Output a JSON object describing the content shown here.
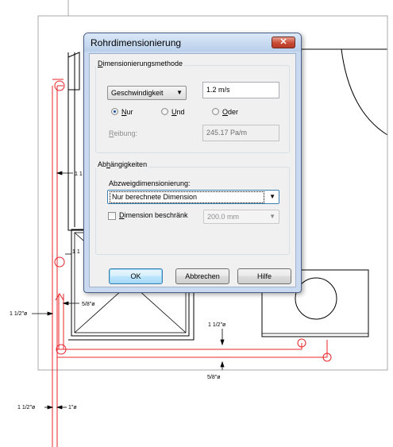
{
  "dialog": {
    "title": "Rohrdimensionierung",
    "close_label": "✕",
    "method_group": {
      "title_prefix": "",
      "title_underline": "D",
      "title_rest": "imensionierungsmethode",
      "method_select": "Geschwindigkeit",
      "velocity_value": "1.2 m/s",
      "radio_only": {
        "underline": "N",
        "rest": "ur",
        "checked": true
      },
      "radio_and": {
        "underline": "U",
        "rest": "nd",
        "checked": false
      },
      "radio_or": {
        "underline": "O",
        "rest": "der",
        "checked": false
      },
      "friction_label_underline": "R",
      "friction_label_rest": "eibung:",
      "friction_value": "245.17 Pa/m"
    },
    "dependency_group": {
      "title_prefix": "Ab",
      "title_underline": "h",
      "title_rest": "ängigkeiten",
      "branch_label": "Abzweigdimensionierung:",
      "branch_select": "Nur berechnete Dimension",
      "limit_checkbox_label_underline": "D",
      "limit_checkbox_label_rest": "imension beschränk",
      "limit_checked": false,
      "limit_value": "200.0 mm"
    },
    "buttons": {
      "ok": "OK",
      "cancel": "Abbrechen",
      "help": "Hilfe"
    }
  },
  "drawing": {
    "labels": {
      "dim_1_top": "1 1",
      "dim_1_mid": "1 1",
      "dim_5_8_left": "5/8\"ø",
      "dim_1_5_left": "1 1/2\"ø",
      "dim_1_5_right": "1 1/2\"ø",
      "dim_5_8_bottom": "5/8\"ø",
      "dim_1_5_bottom": "1 1/2\"ø",
      "dim_1_bottom": "1\"ø"
    },
    "colors": {
      "pipe": "#e8252a",
      "linework": "#000000",
      "frame": "#a0a0a0"
    }
  }
}
